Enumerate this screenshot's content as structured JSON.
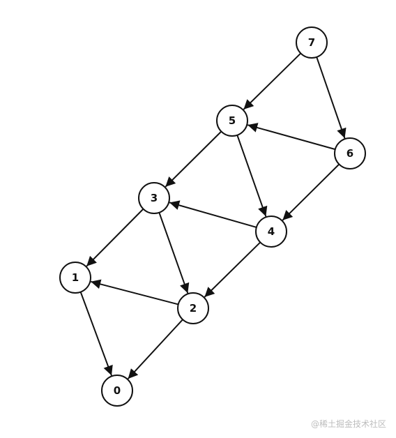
{
  "graph": {
    "nodes": [
      {
        "id": "7",
        "label": "7"
      },
      {
        "id": "5",
        "label": "5"
      },
      {
        "id": "6",
        "label": "6"
      },
      {
        "id": "3",
        "label": "3"
      },
      {
        "id": "4",
        "label": "4"
      },
      {
        "id": "1",
        "label": "1"
      },
      {
        "id": "2",
        "label": "2"
      },
      {
        "id": "0",
        "label": "0"
      }
    ],
    "edges": [
      {
        "from": "7",
        "to": "5"
      },
      {
        "from": "7",
        "to": "6"
      },
      {
        "from": "6",
        "to": "5"
      },
      {
        "from": "5",
        "to": "3"
      },
      {
        "from": "5",
        "to": "4"
      },
      {
        "from": "6",
        "to": "4"
      },
      {
        "from": "4",
        "to": "3"
      },
      {
        "from": "3",
        "to": "1"
      },
      {
        "from": "3",
        "to": "2"
      },
      {
        "from": "4",
        "to": "2"
      },
      {
        "from": "2",
        "to": "1"
      },
      {
        "from": "1",
        "to": "0"
      },
      {
        "from": "2",
        "to": "0"
      }
    ]
  },
  "colors": {
    "stroke": "#111111",
    "fill": "#ffffff",
    "watermark": "#bdbdbd"
  },
  "watermark": "@稀土掘金技术社区"
}
